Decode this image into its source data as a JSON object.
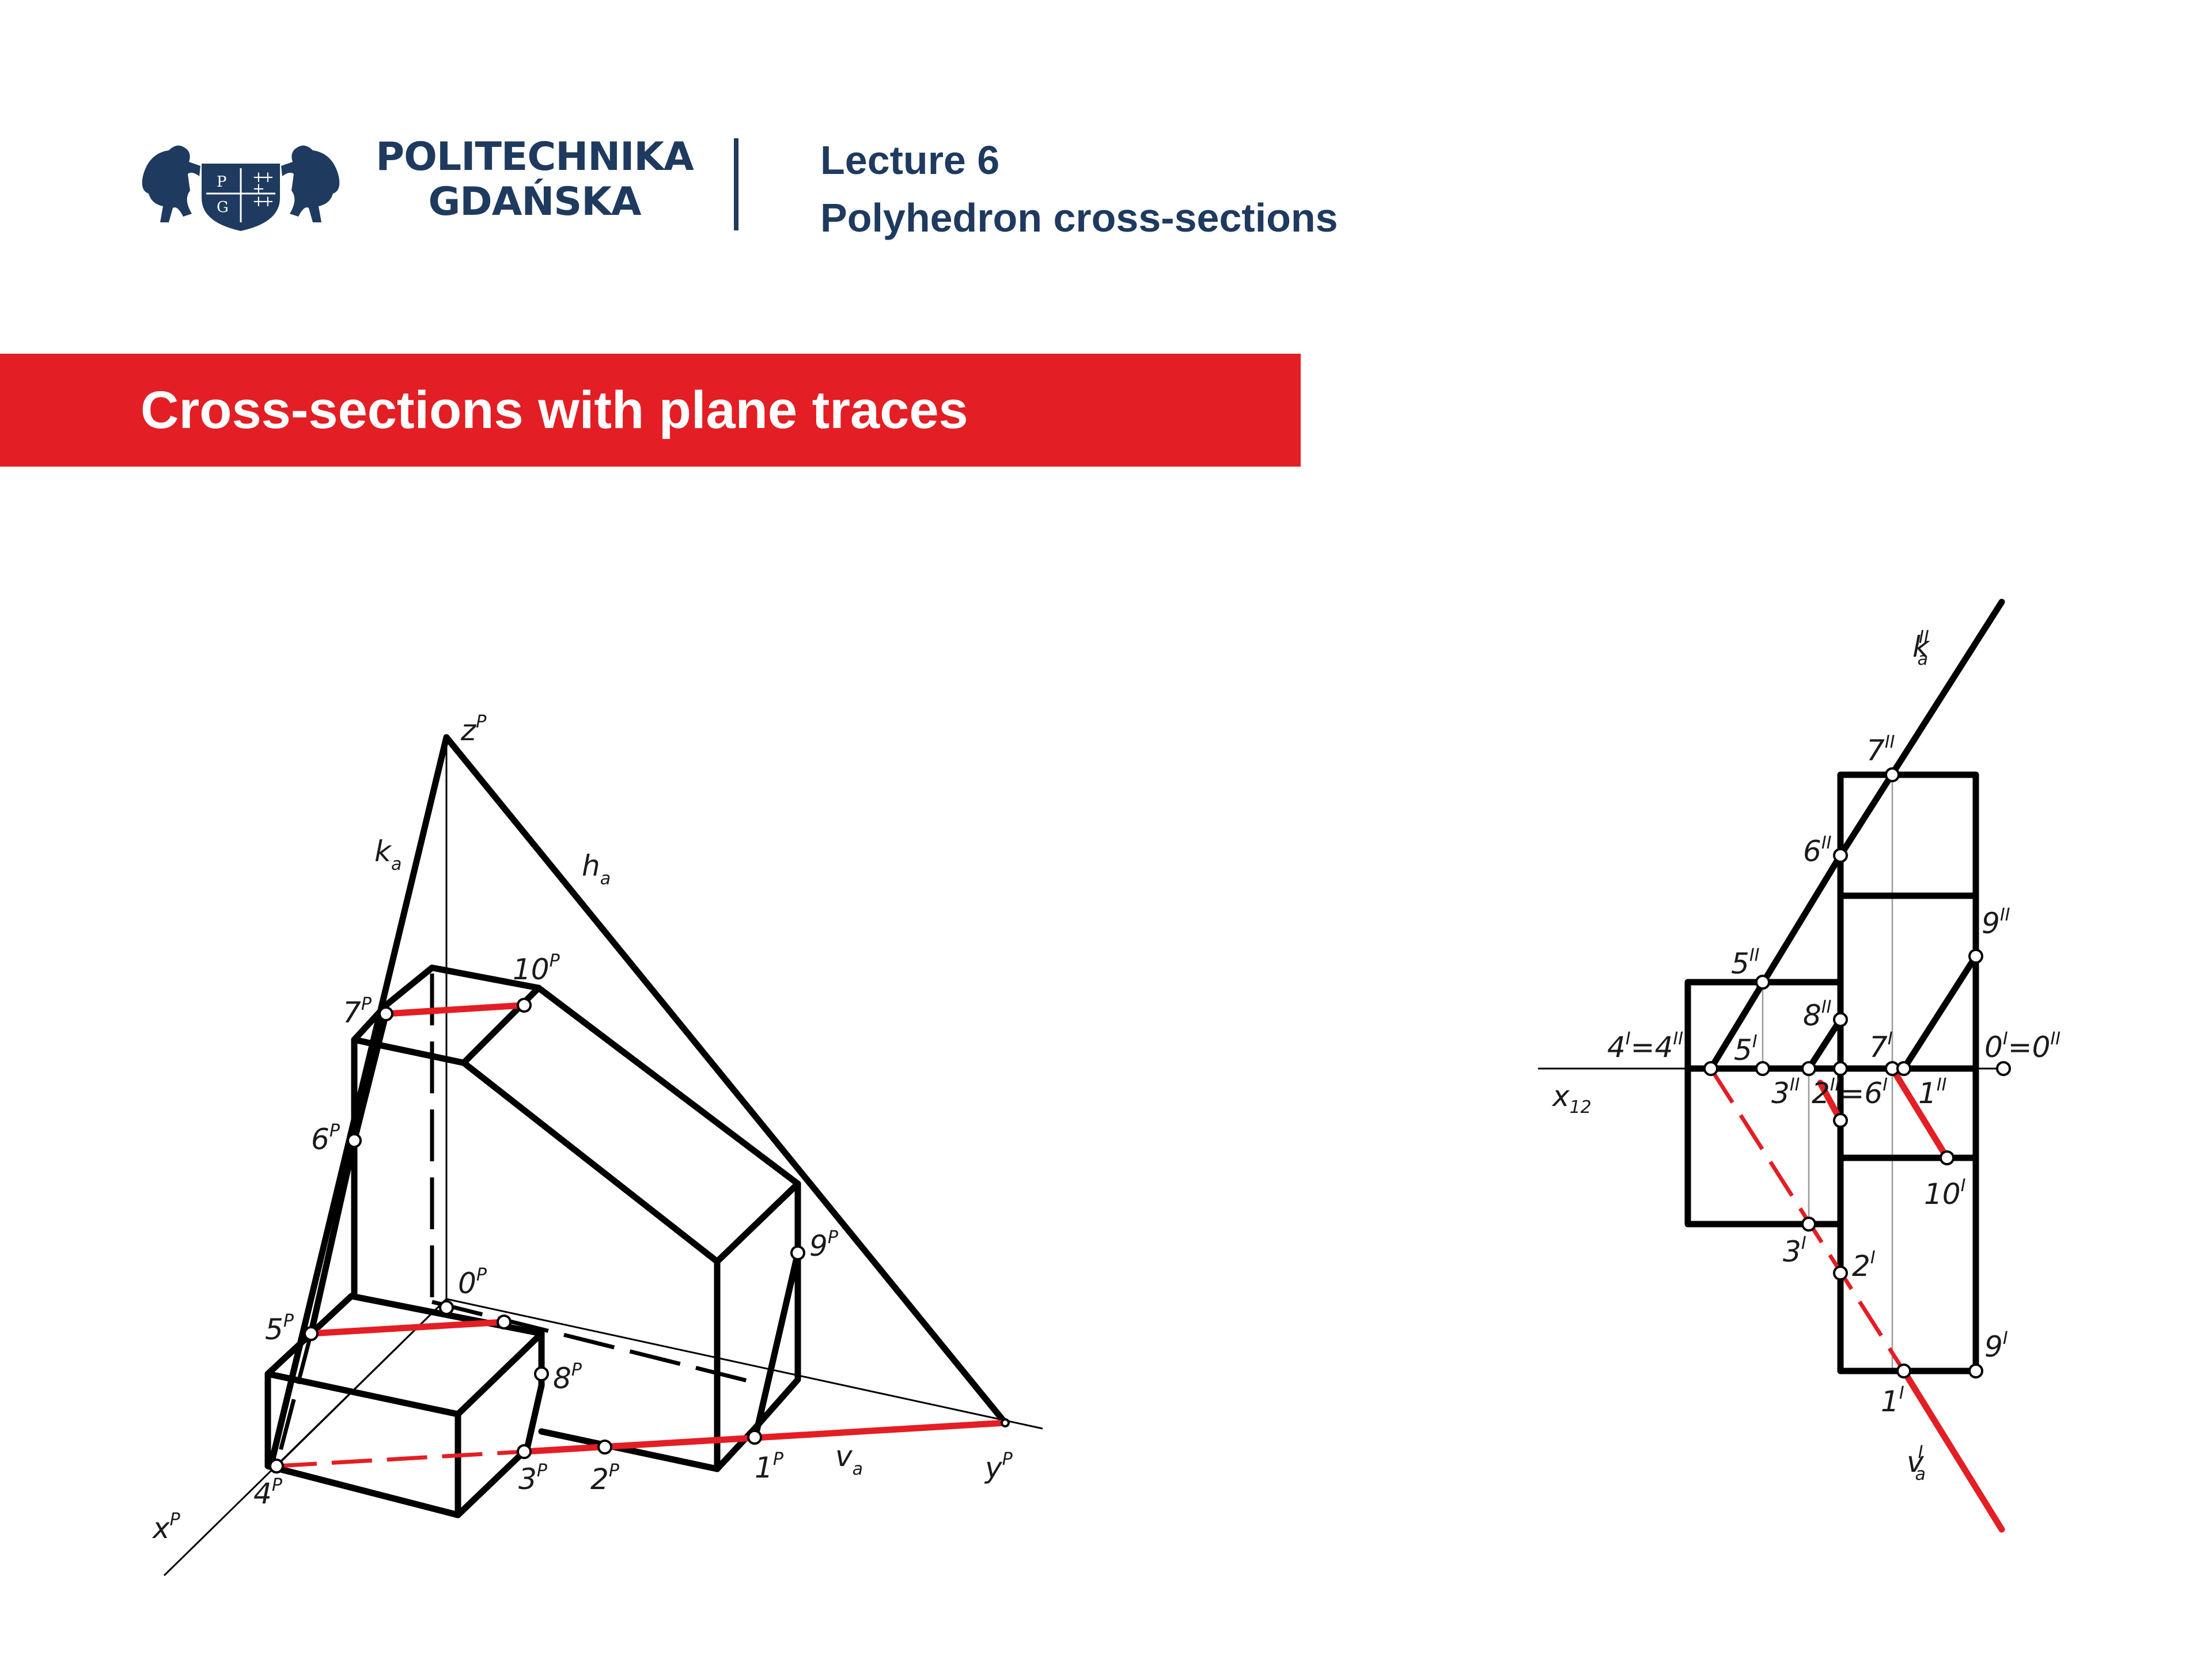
{
  "header": {
    "org_name_line1": "POLITECHNIKA",
    "org_name_line2": "GDAŃSKA",
    "lecture_line1": "Lecture 6",
    "lecture_line2": "Polyhedron cross-sections",
    "logo_icon": "politechnika-gdanska-crest-icon",
    "brand_color": "#1f3a5f",
    "accent_color": "#e31e24"
  },
  "slide": {
    "title": "Cross-sections with plane traces"
  },
  "axonometric_view": {
    "labels": {
      "z": "z",
      "x": "x",
      "y": "y",
      "k": "k",
      "h": "h",
      "v": "v",
      "l0": "0",
      "l1": "1",
      "l2": "2",
      "l3": "3",
      "l4": "4",
      "l5": "5",
      "l6": "6",
      "l7": "7",
      "l8": "8",
      "l9": "9",
      "l10": "10"
    },
    "superscript": "P",
    "subscript": "a"
  },
  "orthographic_view": {
    "labels": {
      "k2": "k",
      "k2_sub": "a",
      "k2_sup": "II",
      "p7": "7",
      "p7_sup": "II",
      "p6": "6",
      "p6_sup": "II",
      "p5": "5",
      "p5_sup": "II",
      "p9": "9",
      "p9_sup": "II",
      "p8": "8",
      "p8_sup": "II",
      "p44": "4",
      "p44_sup1": "I",
      "p44_eq": "=4",
      "p44_sup2": "II",
      "p5i": "5",
      "p5i_sup": "I",
      "p7i": "7",
      "p7i_sup": "I",
      "p00": "0",
      "p00_sup1": "I",
      "p00_eq": "=0",
      "p00_sup2": "II",
      "x12": "x",
      "x12_sub": "12",
      "p3": "3",
      "p3_sup": "II",
      "p26": "2",
      "p26_sup1": "II",
      "p26_eq": "=6",
      "p26_sup2": "I",
      "p1": "1",
      "p1_sup": "II",
      "p10": "10",
      "p10_sup": "I",
      "p3i": "3",
      "p3i_sup": "I",
      "p2i": "2",
      "p2i_sup": "I",
      "p9i": "9",
      "p9i_sup": "I",
      "p1i": "1",
      "p1i_sup": "I",
      "v1": "v",
      "v1_sub": "a",
      "v1_sup": "I"
    }
  }
}
